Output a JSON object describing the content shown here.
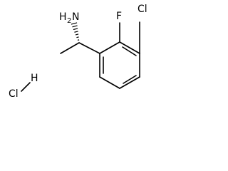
{
  "molecule": {
    "atoms": {
      "amine": "H",
      "amine_subscript": "2",
      "amine_n": "N",
      "fluorine": "F",
      "chlorine": "Cl",
      "salt_h": "H",
      "salt_cl": "Cl"
    },
    "colors": {
      "bond": "#000000",
      "text": "#000000",
      "background": "#ffffff"
    }
  }
}
